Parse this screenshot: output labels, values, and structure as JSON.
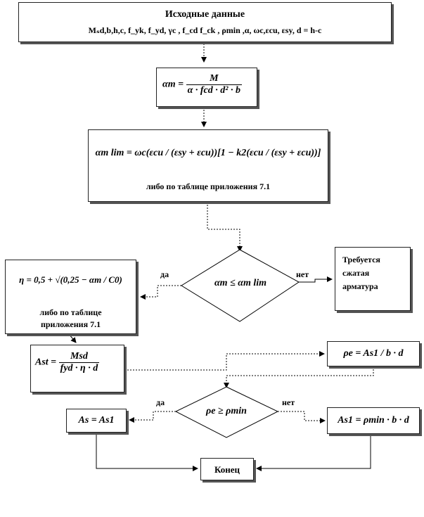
{
  "input": {
    "title": "Исходные данные",
    "line2": "Mₛd,b,h,c, f_yk, f_yd, γc , f_cd f_ck , ρmin ,α, ωc,εcu, εsy, d = h-c"
  },
  "am_box": {
    "lhs": "αm =",
    "num": "M",
    "den": "α · fcd · d² · b"
  },
  "amlim_box": {
    "formula": "αm lim = ωc(εcu / (εsy + εcu))[1 − k2(εcu / (εsy + εcu))]",
    "note": "либо по таблице приложения 7.1"
  },
  "cond1": {
    "text": "αm ≤ αm lim",
    "yes": "да",
    "no": "нет"
  },
  "comp_box": {
    "l1": "Требуется",
    "l2": "сжатая",
    "l3": "арматура"
  },
  "eta_box": {
    "formula": "η = 0,5 + √(0,25 − αm / C0)",
    "note1": "либо по таблице",
    "note2": "приложения 7.1"
  },
  "ast_box": {
    "lhs": "Ast =",
    "num": "Msd",
    "den": "fyd · η · d"
  },
  "rho_box": {
    "text": "ρe = As1 / b · d"
  },
  "cond2": {
    "text": "ρe ≥ ρmin",
    "yes": "да",
    "no": "нет"
  },
  "as_box": {
    "text": "As = As1"
  },
  "as1_box": {
    "text": "As1 = ρmin · b · d"
  },
  "end_box": {
    "text": "Конец"
  }
}
